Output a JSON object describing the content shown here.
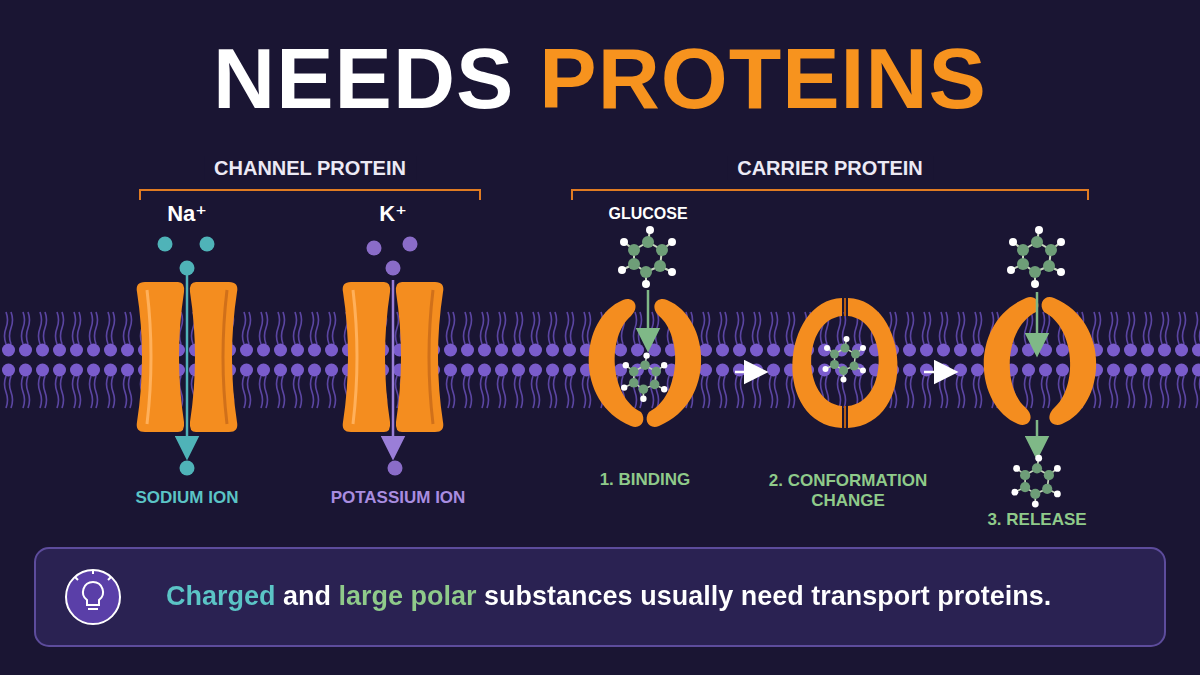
{
  "diagram": {
    "title": "NEEDS PROTEINS",
    "caption": "Charged and large polar substances usually need transport proteins.",
    "labels": [
      "CHANNEL PROTEIN",
      "CARRIER PROTEIN",
      "Na⁺",
      "K⁺",
      "GLUCOSE",
      "SODIUM ION",
      "POTASSIUM ION",
      "1. BINDING",
      "2. CONFORMATION CHANGE",
      "3. RELEASE"
    ]
  }
}
